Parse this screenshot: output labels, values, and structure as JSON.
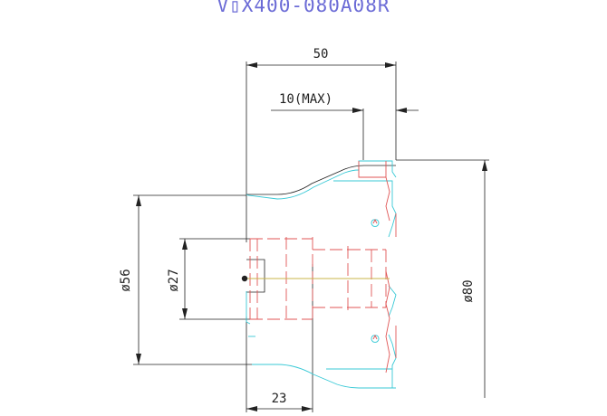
{
  "drawing": {
    "title": "V▯X400-080A08R",
    "dimensions": {
      "width_total": "50",
      "width_max": "10(MAX)",
      "diameter_outer": "ø80",
      "diameter_bore": "ø56",
      "diameter_pilot": "ø27",
      "depth": "23"
    }
  }
}
